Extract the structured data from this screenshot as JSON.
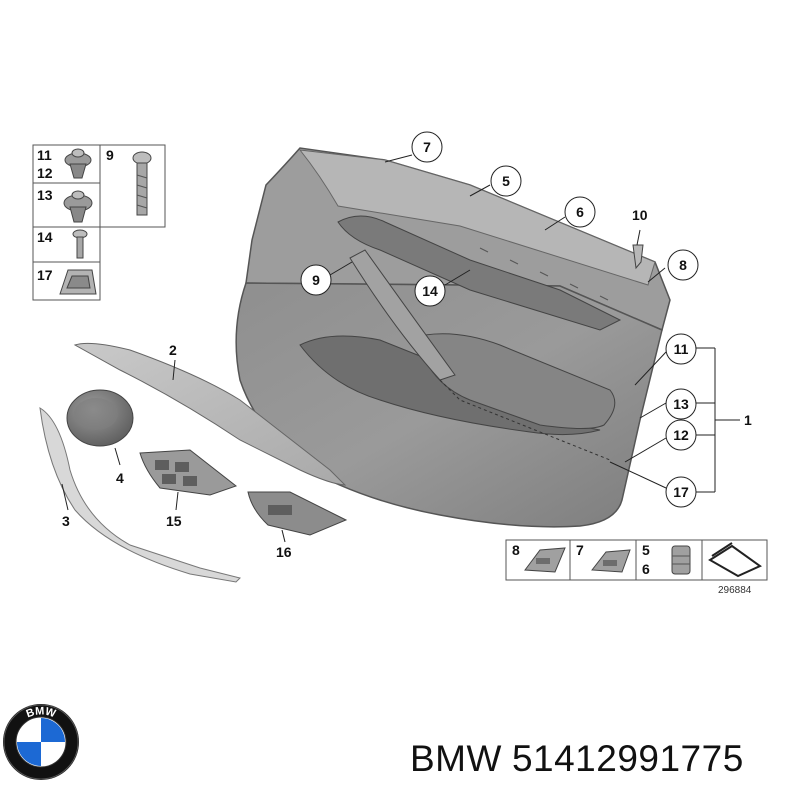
{
  "diagram": {
    "callouts": {
      "c7": "7",
      "c5": "5",
      "c6": "6",
      "c10": "10",
      "c8": "8",
      "c9": "9",
      "c14": "14",
      "c2": "2",
      "c4": "4",
      "c3": "3",
      "c15": "15",
      "c16": "16",
      "c11": "11",
      "c13": "13",
      "c12": "12",
      "c17": "17",
      "c1": "1"
    },
    "parts_box": {
      "l11": "11",
      "l12": "12",
      "l9": "9",
      "l13": "13",
      "l14": "14",
      "l17": "17"
    },
    "clips_box": {
      "l8": "8",
      "l7": "7",
      "l5": "5",
      "l6": "6"
    },
    "diagram_number": "296884"
  },
  "caption": {
    "brand": "BMW",
    "part_number": "51412991775"
  },
  "logo": {
    "text": "BMW",
    "colors": {
      "blue": "#1c69d4",
      "ring": "#111111",
      "white": "#ffffff"
    }
  }
}
